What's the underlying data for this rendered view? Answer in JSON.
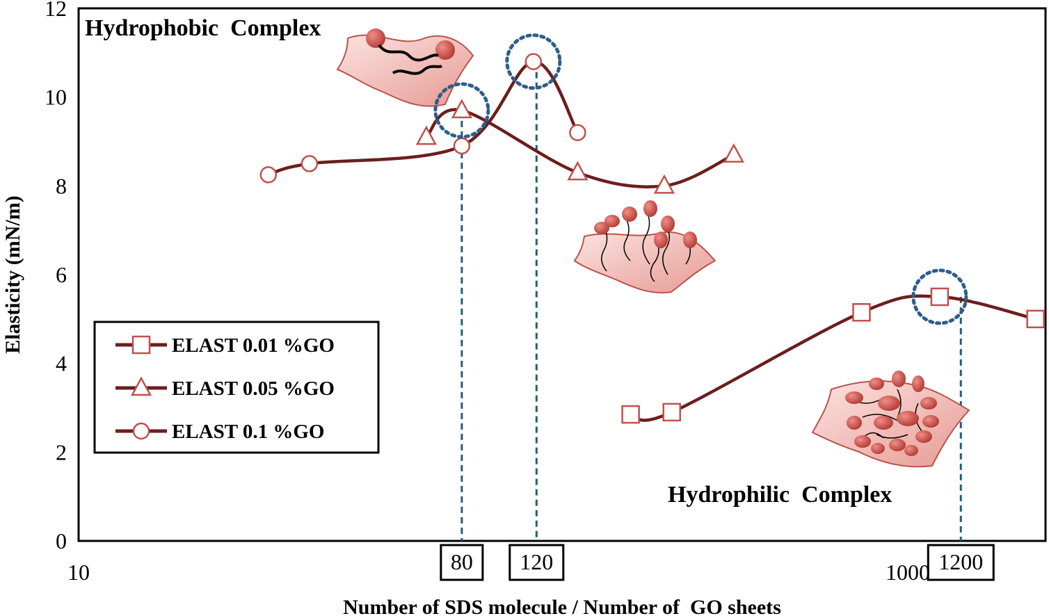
{
  "chart_data": {
    "type": "line",
    "xlabel": "Number of SDS molecule / Number of  GO sheets",
    "ylabel": "Elasticity (mN/m)",
    "x_scale": "log",
    "xlim": [
      10,
      1900
    ],
    "ylim": [
      0,
      12
    ],
    "y_ticks": [
      "0",
      "2",
      "4",
      "6",
      "8",
      "10",
      "12"
    ],
    "x_ticks": [
      {
        "value": 10,
        "label": "10"
      },
      {
        "value": 1000,
        "label": "1000"
      }
    ],
    "highlighted_x": [
      {
        "value": 80,
        "label": "80"
      },
      {
        "value": 120,
        "label": "120"
      },
      {
        "value": 1200,
        "label": "1200"
      }
    ],
    "series": [
      {
        "name": "ELAST 0.01 %GO",
        "marker": "square",
        "x": [
          200,
          250,
          700,
          1070,
          1800
        ],
        "y": [
          2.85,
          2.9,
          5.15,
          5.5,
          5.0
        ]
      },
      {
        "name": "ELAST 0.05 %GO",
        "marker": "triangle",
        "x": [
          66,
          80,
          150,
          240,
          350
        ],
        "y": [
          9.1,
          9.7,
          8.3,
          8.0,
          8.7
        ]
      },
      {
        "name": "ELAST 0.1 %GO",
        "marker": "circle",
        "x": [
          28,
          35,
          80,
          118,
          150
        ],
        "y": [
          8.25,
          8.5,
          8.9,
          10.8,
          9.2
        ]
      }
    ],
    "highlighted_points": [
      {
        "series": "ELAST 0.05 %GO",
        "x": 80,
        "y": 9.7
      },
      {
        "series": "ELAST 0.1 %GO",
        "x": 118,
        "y": 10.8
      },
      {
        "series": "ELAST 0.01 %GO",
        "x": 1070,
        "y": 5.5
      }
    ],
    "annotations": [
      "Hydrophobic  Complex",
      "Hydrophilic  Complex"
    ],
    "legend_position": "bottom-left",
    "grid": false
  },
  "colors": {
    "series_line": "#6b1e1e",
    "marker": "#c0504d",
    "guide_line": "#1f5f7a",
    "highlight_circle": "#2e5d8a",
    "sheet_fill": "#f2c6c2",
    "molecule_fill": "#c9504a"
  }
}
